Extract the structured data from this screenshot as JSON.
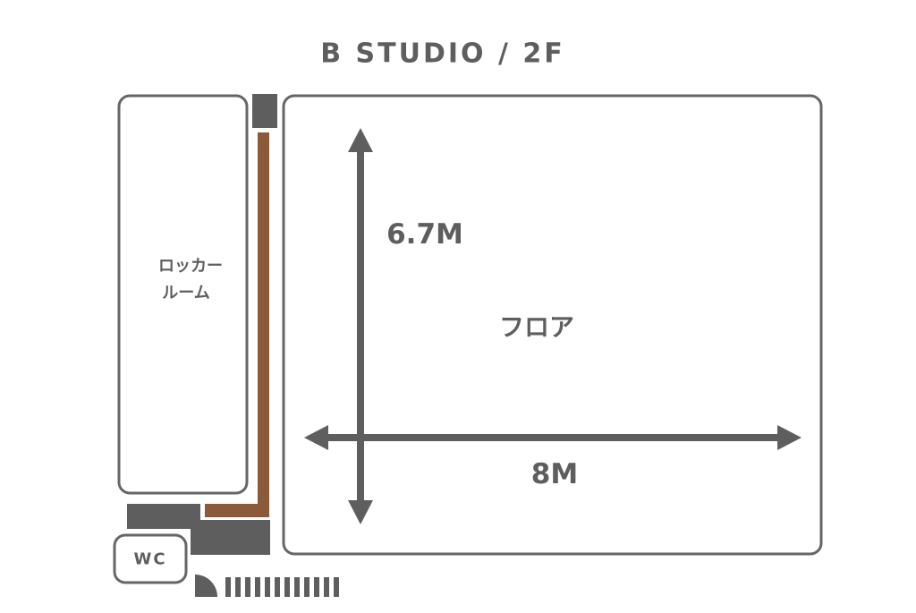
{
  "title": "B STUDIO / 2F",
  "rooms": {
    "locker_line1": "ロッカー",
    "locker_line2": "ルーム",
    "floor": "フロア",
    "wc": "WC"
  },
  "dimensions": {
    "height": "6.7M",
    "width": "8M"
  },
  "colors": {
    "gray": "#5e5e5e",
    "wall": "#8b5a3a"
  }
}
